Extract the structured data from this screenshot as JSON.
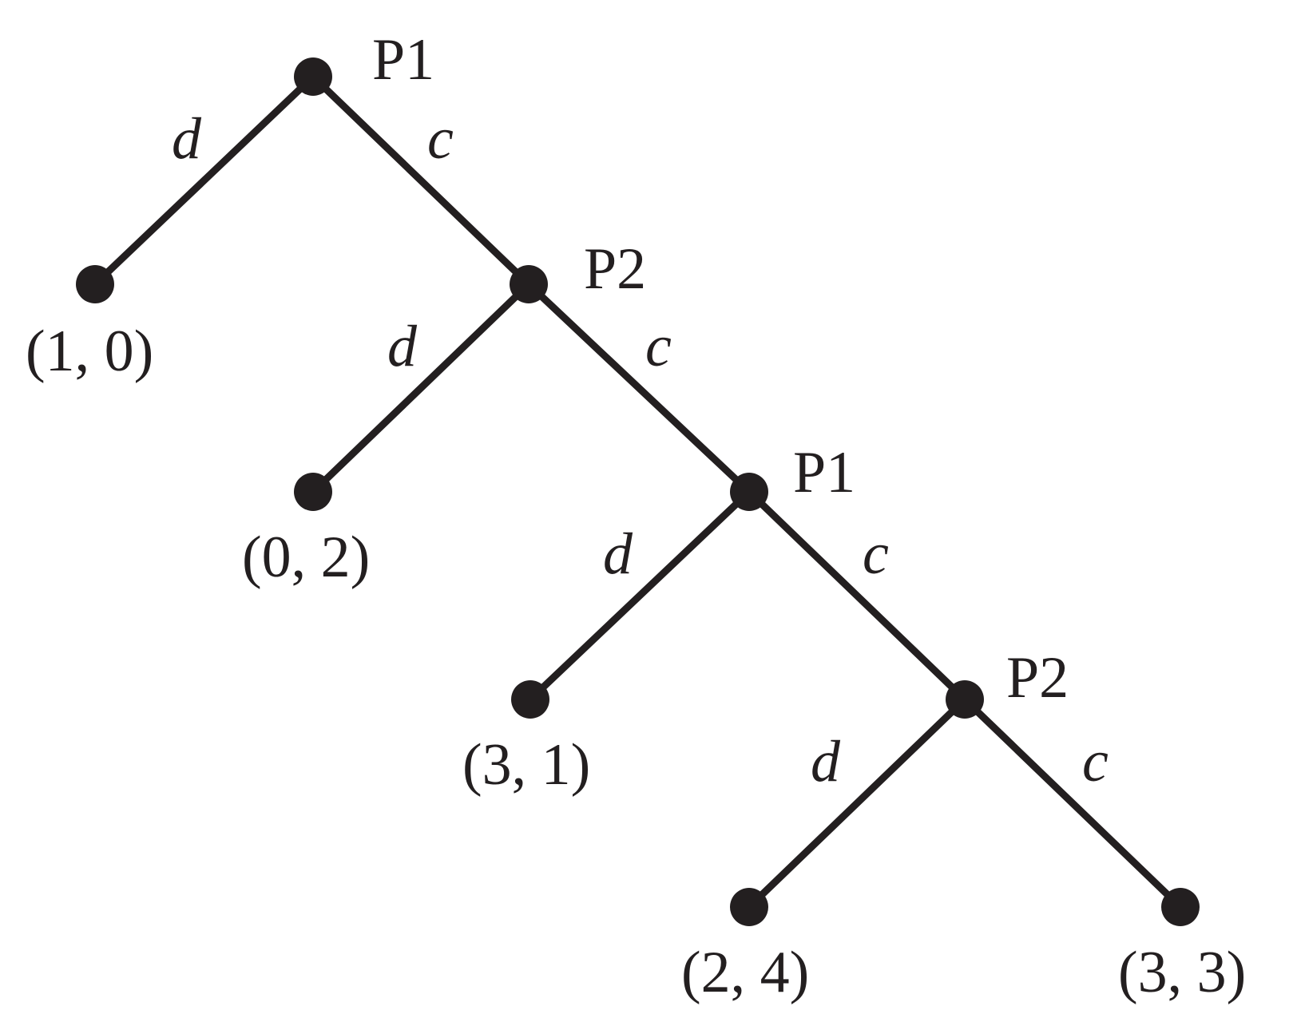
{
  "colors": {
    "ink": "#231f20",
    "background": "#ffffff"
  },
  "tree": {
    "decision_nodes": [
      {
        "id": "n1",
        "player": "P1"
      },
      {
        "id": "n2",
        "player": "P2"
      },
      {
        "id": "n3",
        "player": "P1"
      },
      {
        "id": "n4",
        "player": "P2"
      }
    ],
    "terminal_nodes": [
      {
        "id": "t1",
        "payoff": "(1, 0)"
      },
      {
        "id": "t2",
        "payoff": "(0, 2)"
      },
      {
        "id": "t3",
        "payoff": "(3, 1)"
      },
      {
        "id": "t4",
        "payoff": "(2, 4)"
      },
      {
        "id": "t5",
        "payoff": "(3, 3)"
      }
    ],
    "edges": [
      {
        "from": "n1",
        "to": "t1",
        "action": "d"
      },
      {
        "from": "n1",
        "to": "n2",
        "action": "c"
      },
      {
        "from": "n2",
        "to": "t2",
        "action": "d"
      },
      {
        "from": "n2",
        "to": "n3",
        "action": "c"
      },
      {
        "from": "n3",
        "to": "t3",
        "action": "d"
      },
      {
        "from": "n3",
        "to": "n4",
        "action": "c"
      },
      {
        "from": "n4",
        "to": "t4",
        "action": "d"
      },
      {
        "from": "n4",
        "to": "t5",
        "action": "c"
      }
    ]
  }
}
